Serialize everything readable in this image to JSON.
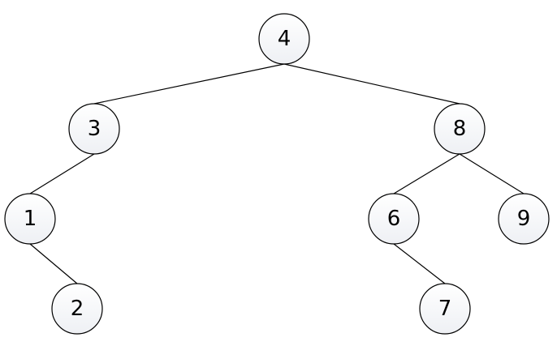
{
  "tree": {
    "nodes": [
      {
        "id": "n4",
        "label": "4"
      },
      {
        "id": "n3",
        "label": "3"
      },
      {
        "id": "n8",
        "label": "8"
      },
      {
        "id": "n1",
        "label": "1"
      },
      {
        "id": "n6",
        "label": "6"
      },
      {
        "id": "n9",
        "label": "9"
      },
      {
        "id": "n2",
        "label": "2"
      },
      {
        "id": "n7",
        "label": "7"
      }
    ],
    "edges": [
      {
        "from": "n4",
        "to": "n3"
      },
      {
        "from": "n4",
        "to": "n8"
      },
      {
        "from": "n3",
        "to": "n1"
      },
      {
        "from": "n1",
        "to": "n2"
      },
      {
        "from": "n8",
        "to": "n6"
      },
      {
        "from": "n8",
        "to": "n9"
      },
      {
        "from": "n6",
        "to": "n7"
      }
    ]
  },
  "colors": {
    "node_fill_top": "#ffffff",
    "node_fill_bottom": "#eef0f4",
    "stroke": "#000000"
  }
}
